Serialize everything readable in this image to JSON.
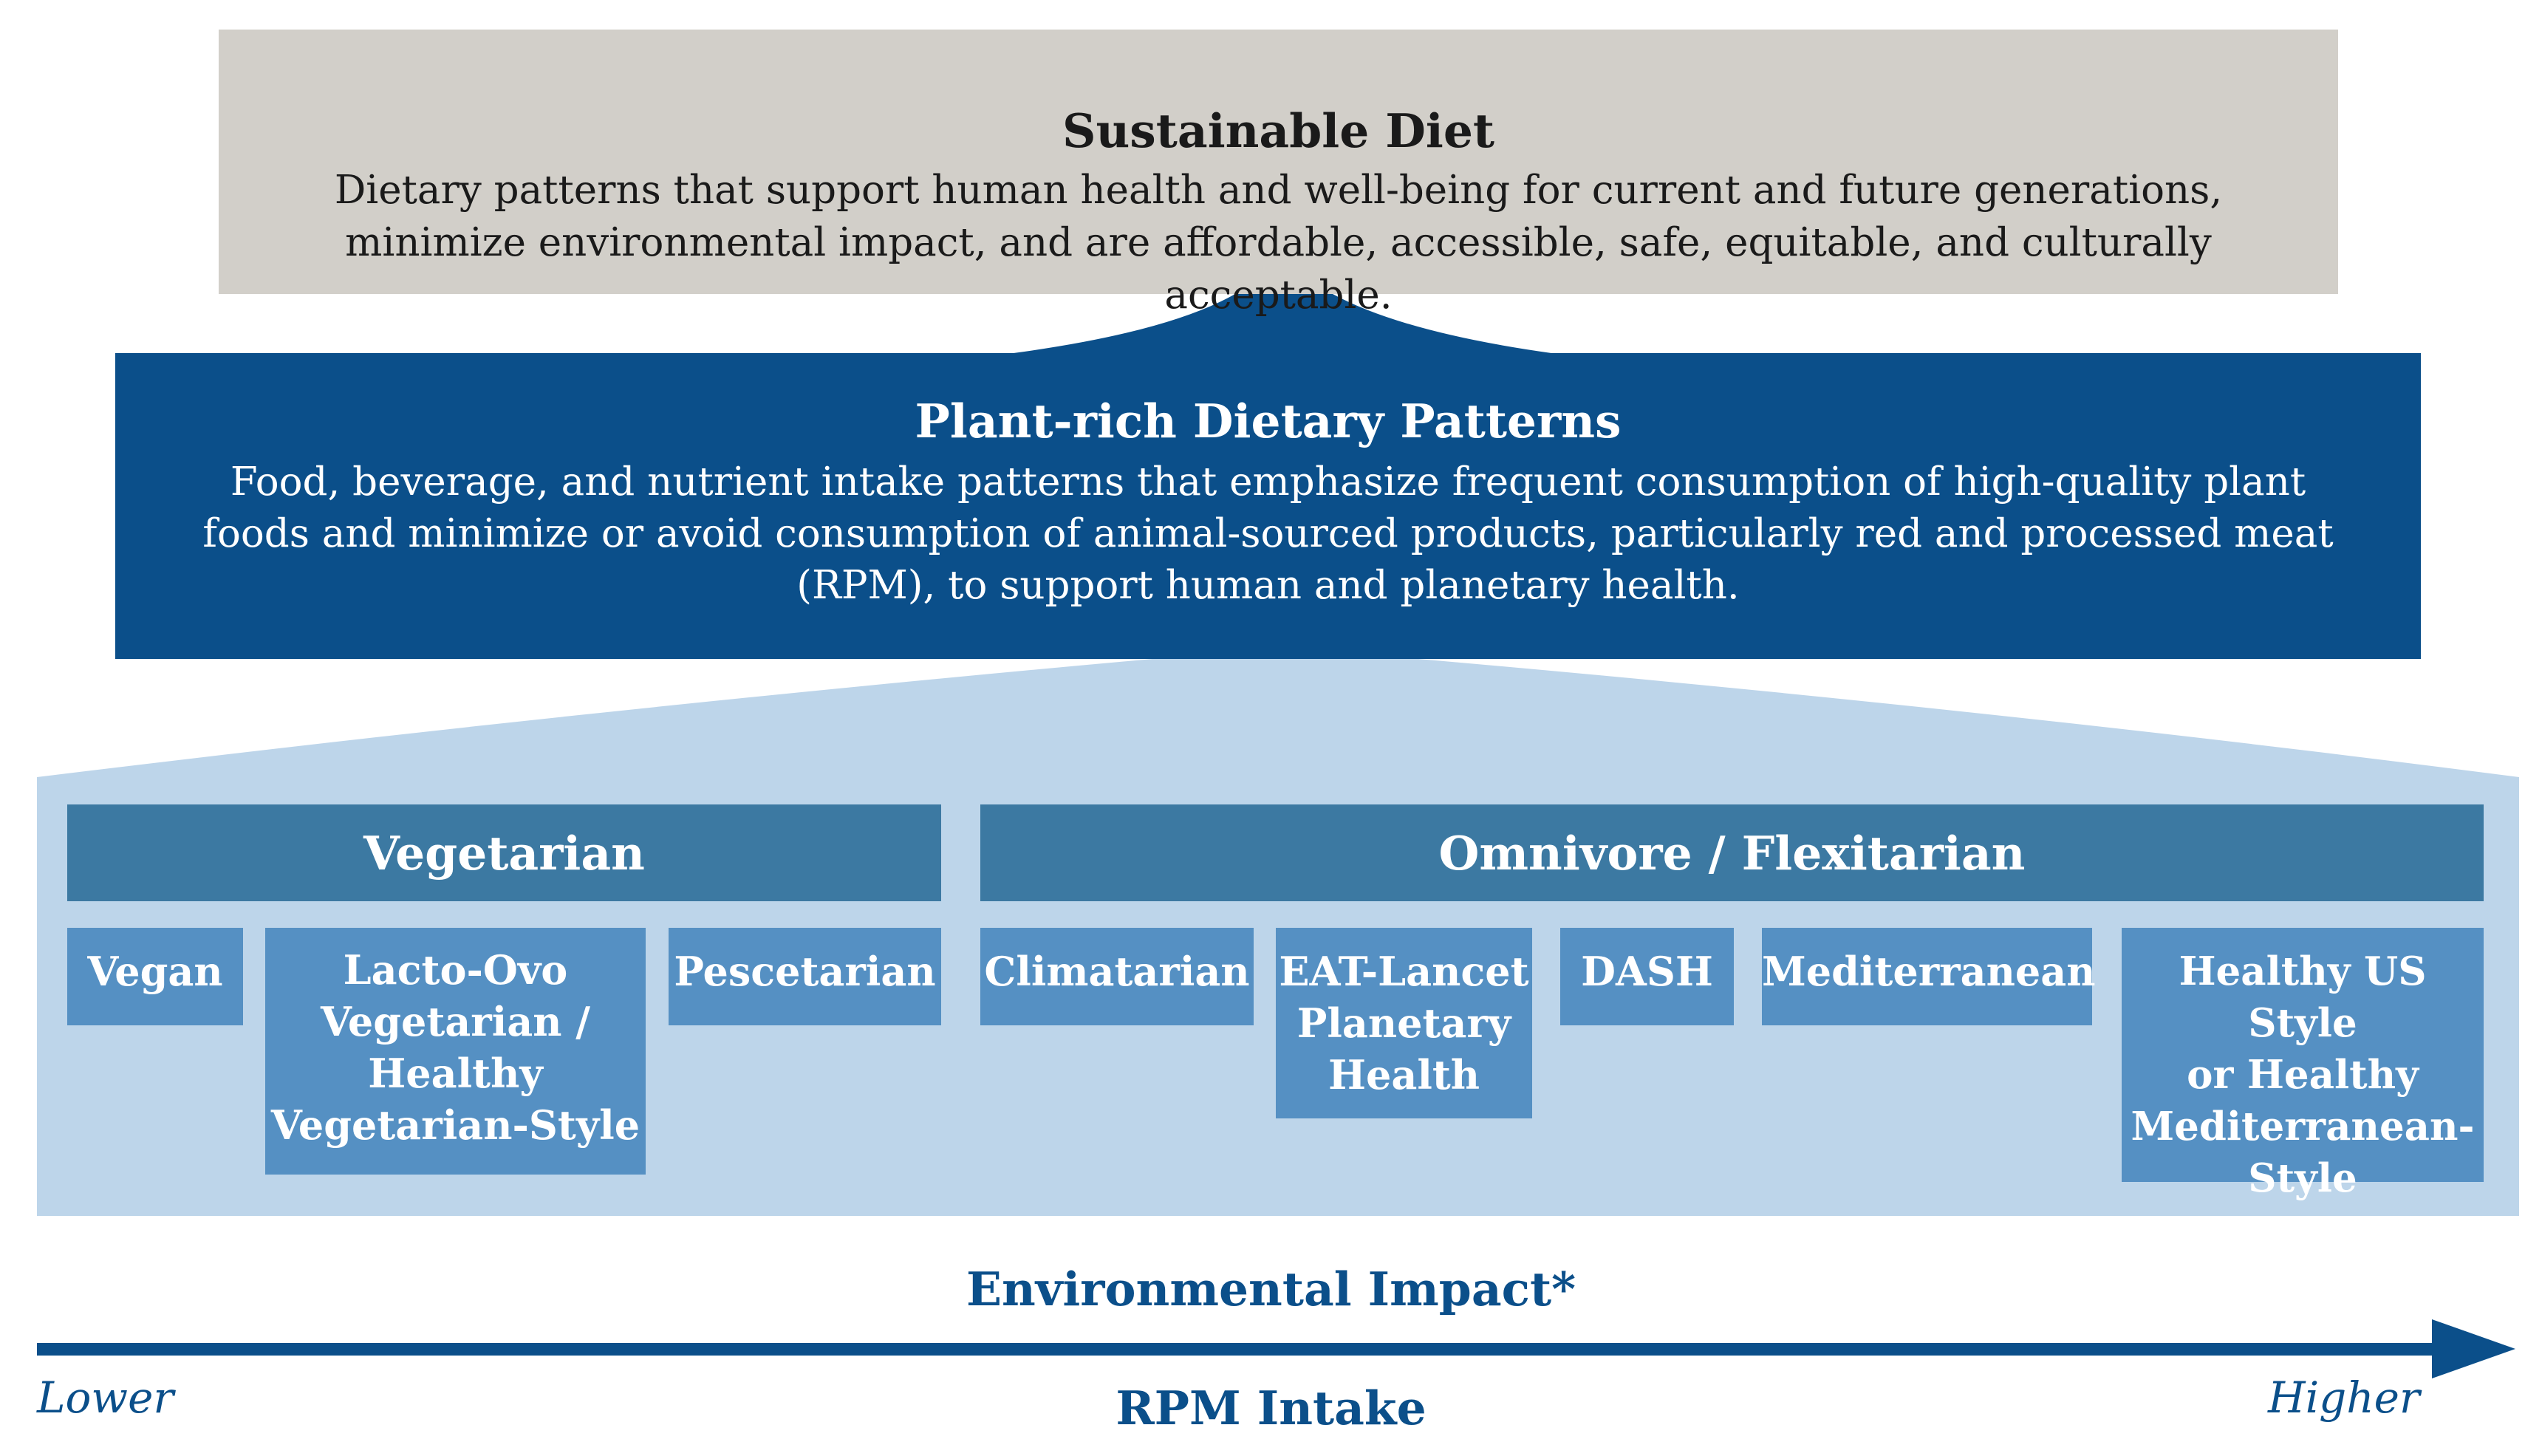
{
  "sustainable_diet": {
    "title": "Sustainable Diet",
    "description": "Dietary patterns that support human health and well-being for current and future generations, minimize environmental impact, and are affordable, accessible, safe, equitable, and culturally acceptable."
  },
  "plant_rich": {
    "title": "Plant-rich Dietary Patterns",
    "description": "Food, beverage, and nutrient intake patterns that emphasize frequent consumption of high-quality plant foods and minimize or avoid consumption of animal-sourced products, particularly red and processed meat (RPM), to support human and planetary health."
  },
  "groups": {
    "vegetarian": {
      "label": "Vegetarian",
      "diets": [
        "Vegan",
        "Lacto-Ovo\nVegetarian /\nHealthy\nVegetarian-Style",
        "Pescetarian"
      ]
    },
    "omnivore": {
      "label": "Omnivore / Flexitarian",
      "diets": [
        "Climatarian",
        "EAT-Lancet\nPlanetary\nHealth",
        "DASH",
        "Mediterranean",
        "Healthy US Style\nor Healthy\nMediterranean-\nStyle"
      ]
    }
  },
  "axis": {
    "title": "Environmental Impact*",
    "low_label": "Lower",
    "high_label": "Higher",
    "subtitle": "RPM Intake"
  },
  "colors": {
    "top_box": "#d2cfc9",
    "mid_box": "#0b4f8a",
    "panel": "#bdd5ea",
    "group_header": "#3c79a2",
    "diet_box": "#5590c3",
    "accent": "#0b4f8a"
  }
}
